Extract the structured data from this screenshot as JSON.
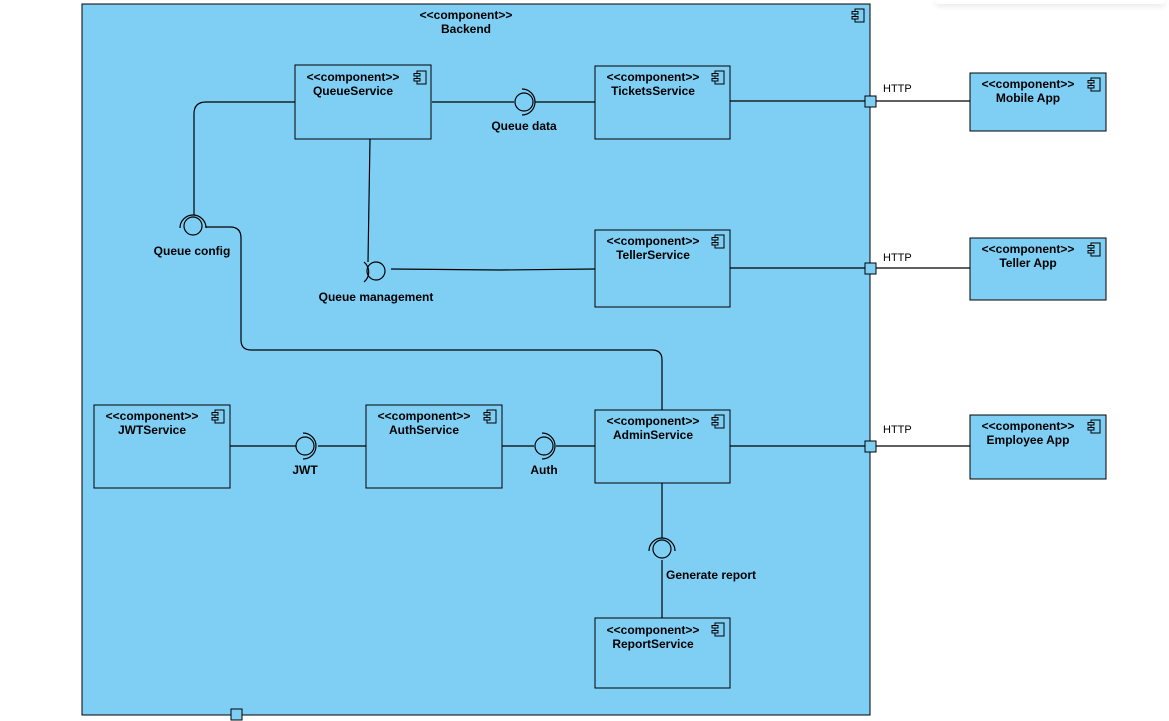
{
  "diagram": {
    "stereotype": "<<component>>",
    "backend": {
      "name": "Backend"
    },
    "components": {
      "queue_service": "QueueService",
      "tickets_service": "TicketsService",
      "teller_service": "TellerService",
      "jwt_service": "JWTService",
      "auth_service": "AuthService",
      "admin_service": "AdminService",
      "report_service": "ReportService"
    },
    "external": {
      "mobile_app": "Mobile App",
      "teller_app": "Teller App",
      "employee_app": "Employee App"
    },
    "interfaces": {
      "queue_data": "Queue data",
      "queue_config": "Queue config",
      "queue_management": "Queue management",
      "jwt": "JWT",
      "auth": "Auth",
      "generate_report": "Generate report"
    },
    "protocols": {
      "mobile": "HTTP",
      "teller": "HTTP",
      "employee": "HTTP"
    },
    "colors": {
      "fill": "#7fcff5",
      "stroke": "#000000"
    }
  }
}
